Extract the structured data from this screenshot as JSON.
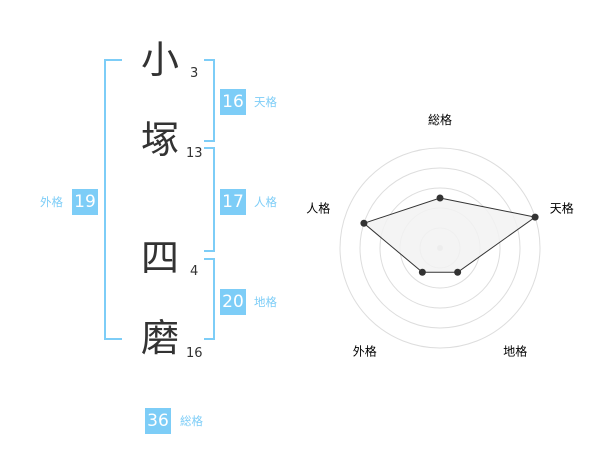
{
  "name": {
    "chars": [
      {
        "char": "小",
        "strokes": "3"
      },
      {
        "char": "塚",
        "strokes": "13"
      },
      {
        "char": "四",
        "strokes": "4"
      },
      {
        "char": "磨",
        "strokes": "16"
      }
    ]
  },
  "grades": {
    "tenkaku": {
      "value": "16",
      "label": "天格"
    },
    "jinkaku": {
      "value": "17",
      "label": "人格"
    },
    "chikaku": {
      "value": "20",
      "label": "地格"
    },
    "gaikaku": {
      "value": "19",
      "label": "外格"
    },
    "soukaku": {
      "value": "36",
      "label": "総格"
    }
  },
  "colors": {
    "accent": "#7dcdf7",
    "text": "#333333",
    "fill": "#f2f2f2",
    "grid": "#dddddd"
  },
  "chart_data": {
    "type": "radar",
    "axes": [
      "総格",
      "天格",
      "地格",
      "外格",
      "人格"
    ],
    "scale_max": 5,
    "rings": 5,
    "values": [
      2.5,
      5,
      1.5,
      1.5,
      4
    ]
  }
}
